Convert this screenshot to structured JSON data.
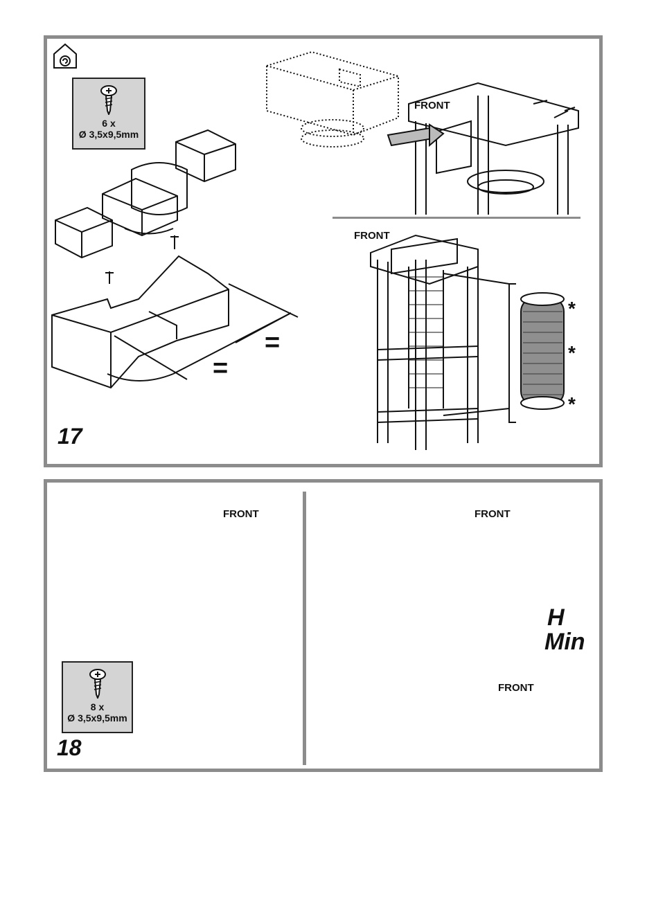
{
  "figure17": {
    "number": "17",
    "screws": {
      "quantity": "6 x",
      "size": "Ø 3,5x9,5mm"
    },
    "front_label_top": "FRONT",
    "front_label_bottom": "FRONT",
    "equal_sign_1": "=",
    "equal_sign_2": "=",
    "asterisk": "*"
  },
  "figure18": {
    "number": "18",
    "screws": {
      "quantity": "8 x",
      "size": "Ø 3,5x9,5mm"
    },
    "front_label_left": "FRONT",
    "front_label_right": "FRONT",
    "front_label_lower": "FRONT",
    "h_label": "H",
    "min_label": "Min"
  }
}
